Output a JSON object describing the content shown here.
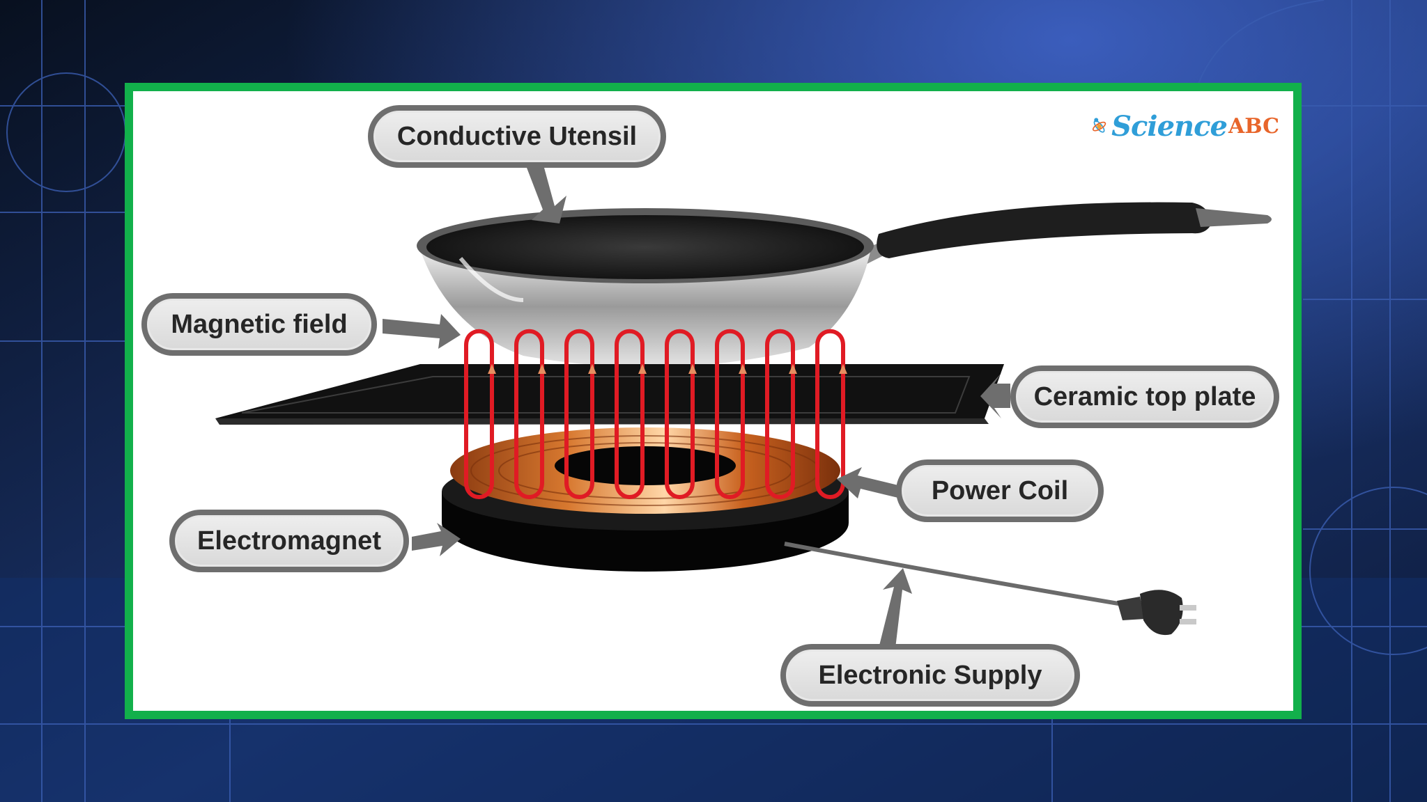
{
  "labels": {
    "conductive_utensil": "Conductive Utensil",
    "magnetic_field": "Magnetic field",
    "ceramic_top_plate": "Ceramic top plate",
    "power_coil": "Power Coil",
    "electromagnet": "Electromagnet",
    "electronic_supply": "Electronic Supply"
  },
  "logo": {
    "text": "Science",
    "suffix": "ABC"
  },
  "colors": {
    "frame_border": "#12b04b",
    "field_lines": "#e01b24",
    "callout_border": "#6e6e6e",
    "logo_primary": "#2f9ed8",
    "logo_accent": "#e8652a"
  }
}
